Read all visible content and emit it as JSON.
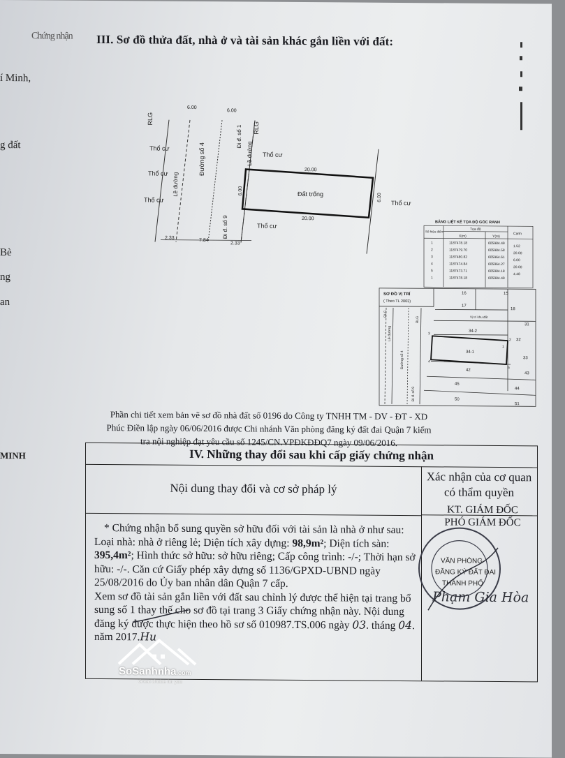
{
  "header": {
    "scribble": "Chứng nhận",
    "section_title": "III. Sơ đồ thửa đất, nhà ở và tài sản khác gắn liền với đất:"
  },
  "left_margin": [
    "í Minh,",
    "g đất",
    "Bè",
    "ng",
    "an",
    "MINH"
  ],
  "plan": {
    "rlg_left": "RLG",
    "rlg_right": "RLG",
    "width_top_left": "6.00",
    "width_top_right": "6.00",
    "road_name": "Đường số 4",
    "road_dir_up": "Đi đ. số 1",
    "road_dir_down": "Đi đ. số 9",
    "sidewalk_left": "Lề đường",
    "sidewalk_right": "Lề đường",
    "tho_cu": "Thổ cư",
    "lot_top": "20.00",
    "lot_bottom": "20.00",
    "lot_left": "6.00",
    "lot_right": "6.00",
    "lot_label": "Đất trống",
    "dim_left": "2.33",
    "dim_mid": "7.84",
    "dim_right": "2.33"
  },
  "coord_table": {
    "title": "BẢNG LIỆT KÊ TỌA ĐỘ GÓC RANH",
    "headers": [
      "Số hiệu điểm",
      "Tọa độ",
      "Cạnh"
    ],
    "sub_headers": [
      "X(m)",
      "Y(m)"
    ],
    "rows": [
      [
        "1",
        "1187478.18",
        "605984.49",
        "1.52"
      ],
      [
        "2",
        "1187479.70",
        "605984.58",
        "20.00"
      ],
      [
        "3",
        "1187480.82",
        "605964.61",
        "6.00"
      ],
      [
        "4",
        "1187474.84",
        "605964.27",
        "20.00"
      ],
      [
        "5",
        "1187473.71",
        "605984.18",
        "4.48"
      ],
      [
        "1",
        "1187478.18",
        "605984.49",
        ""
      ]
    ]
  },
  "location_map": {
    "title": "SƠ ĐỒ VỊ TRÍ",
    "subtitle": "( Theo TL 2003)",
    "lot_numbers": [
      "16",
      "15",
      "17",
      "18",
      "31",
      "34-2",
      "32",
      "34-1",
      "33",
      "42",
      "43",
      "45",
      "44",
      "50",
      "51"
    ],
    "points": [
      "1",
      "2",
      "3",
      "4",
      "5"
    ],
    "marker_label": "Vị trí khu đất",
    "road_label": "Đường số 4",
    "rlg": "RLG",
    "sidewalk": "Lề đường",
    "dir_label": "Đi đ. số 9"
  },
  "note": "Phần chi tiết xem bản vẽ sơ đồ nhà đất số 0196 do Công ty TNHH TM - DV - ĐT - XD Phúc Điền lập ngày 06/06/2016 được Chi nhánh Văn phòng đăng ký đất đai Quận 7 kiểm tra nội nghiệp đạt yêu cầu số 1245/CN.VPĐKĐĐQ7 ngày 09/06/2016.",
  "section4": {
    "title": "IV. Những thay đổi sau khi cấp giấy chứng nhận",
    "col_left": "Nội dung thay đổi và cơ sở pháp lý",
    "col_right": "Xác nhận của cơ quan có thẩm quyền",
    "para1_a": "* Chứng nhận bổ sung quyền sở hữu đối với tài sản là nhà ở như sau: Loại nhà: nhà ở riêng lẻ; Diện tích xây dựng: ",
    "para1_area": "98,9m²",
    "para1_b": "; Diện tích sàn: ",
    "para1_floor": "395,4m²",
    "para1_c": "; Hình thức sở hữu: sở hữu riêng; Cấp công trình: -/-; Thời hạn sở hữu: -/-. Căn cứ Giấy phép xây dựng số 1136/GPXD-UBND ngày 25/08/2016 do Ủy ban nhân dân Quận 7 cấp.",
    "para2_a": "Xem sơ đồ tài sản gắn liền với đất sau chỉnh lý được thể hiện tại trang bổ sung số 1 thay thế cho sơ đồ tại trang 3 Giấy chứng nhận này. Nội dung đăng ký được thực hiện theo hồ sơ số 010987.TS.006 ngày ",
    "para2_day": "03",
    "para2_b": ". tháng ",
    "para2_month": "04",
    "para2_c": ". năm 2017.",
    "para2_initial": "Hu",
    "sig_title1": "KT. GIÁM ĐỐC",
    "sig_title2": "PHÓ GIÁM ĐỐC",
    "stamp_line1": "VĂN PHÒNG",
    "stamp_line2": "ĐĂNG KÝ ĐẤT ĐAI",
    "stamp_line3": "THÀNH PHỐ",
    "signer": "Phạm Gia Hòa"
  },
  "watermark": {
    "brand": "SoSanhnha",
    "domain_suffix": ".com",
    "tagline": "Great choice for you"
  }
}
